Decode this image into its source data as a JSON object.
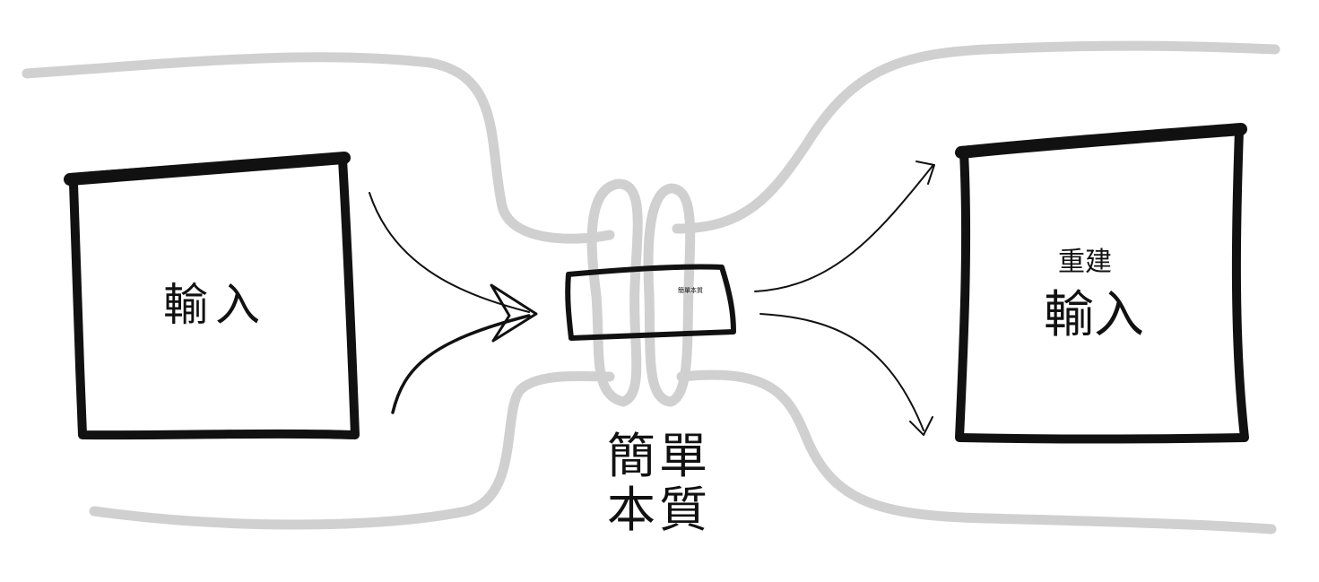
{
  "input_box": {
    "label": "輸入"
  },
  "code_box": {
    "label": "簡單本質"
  },
  "code_caption": {
    "line1": "簡單",
    "line2": "本質"
  },
  "output_box": {
    "sublabel": "重建",
    "label": "輸入"
  },
  "colors": {
    "stroke": "#111111",
    "funnel": "#d0d0d0"
  }
}
